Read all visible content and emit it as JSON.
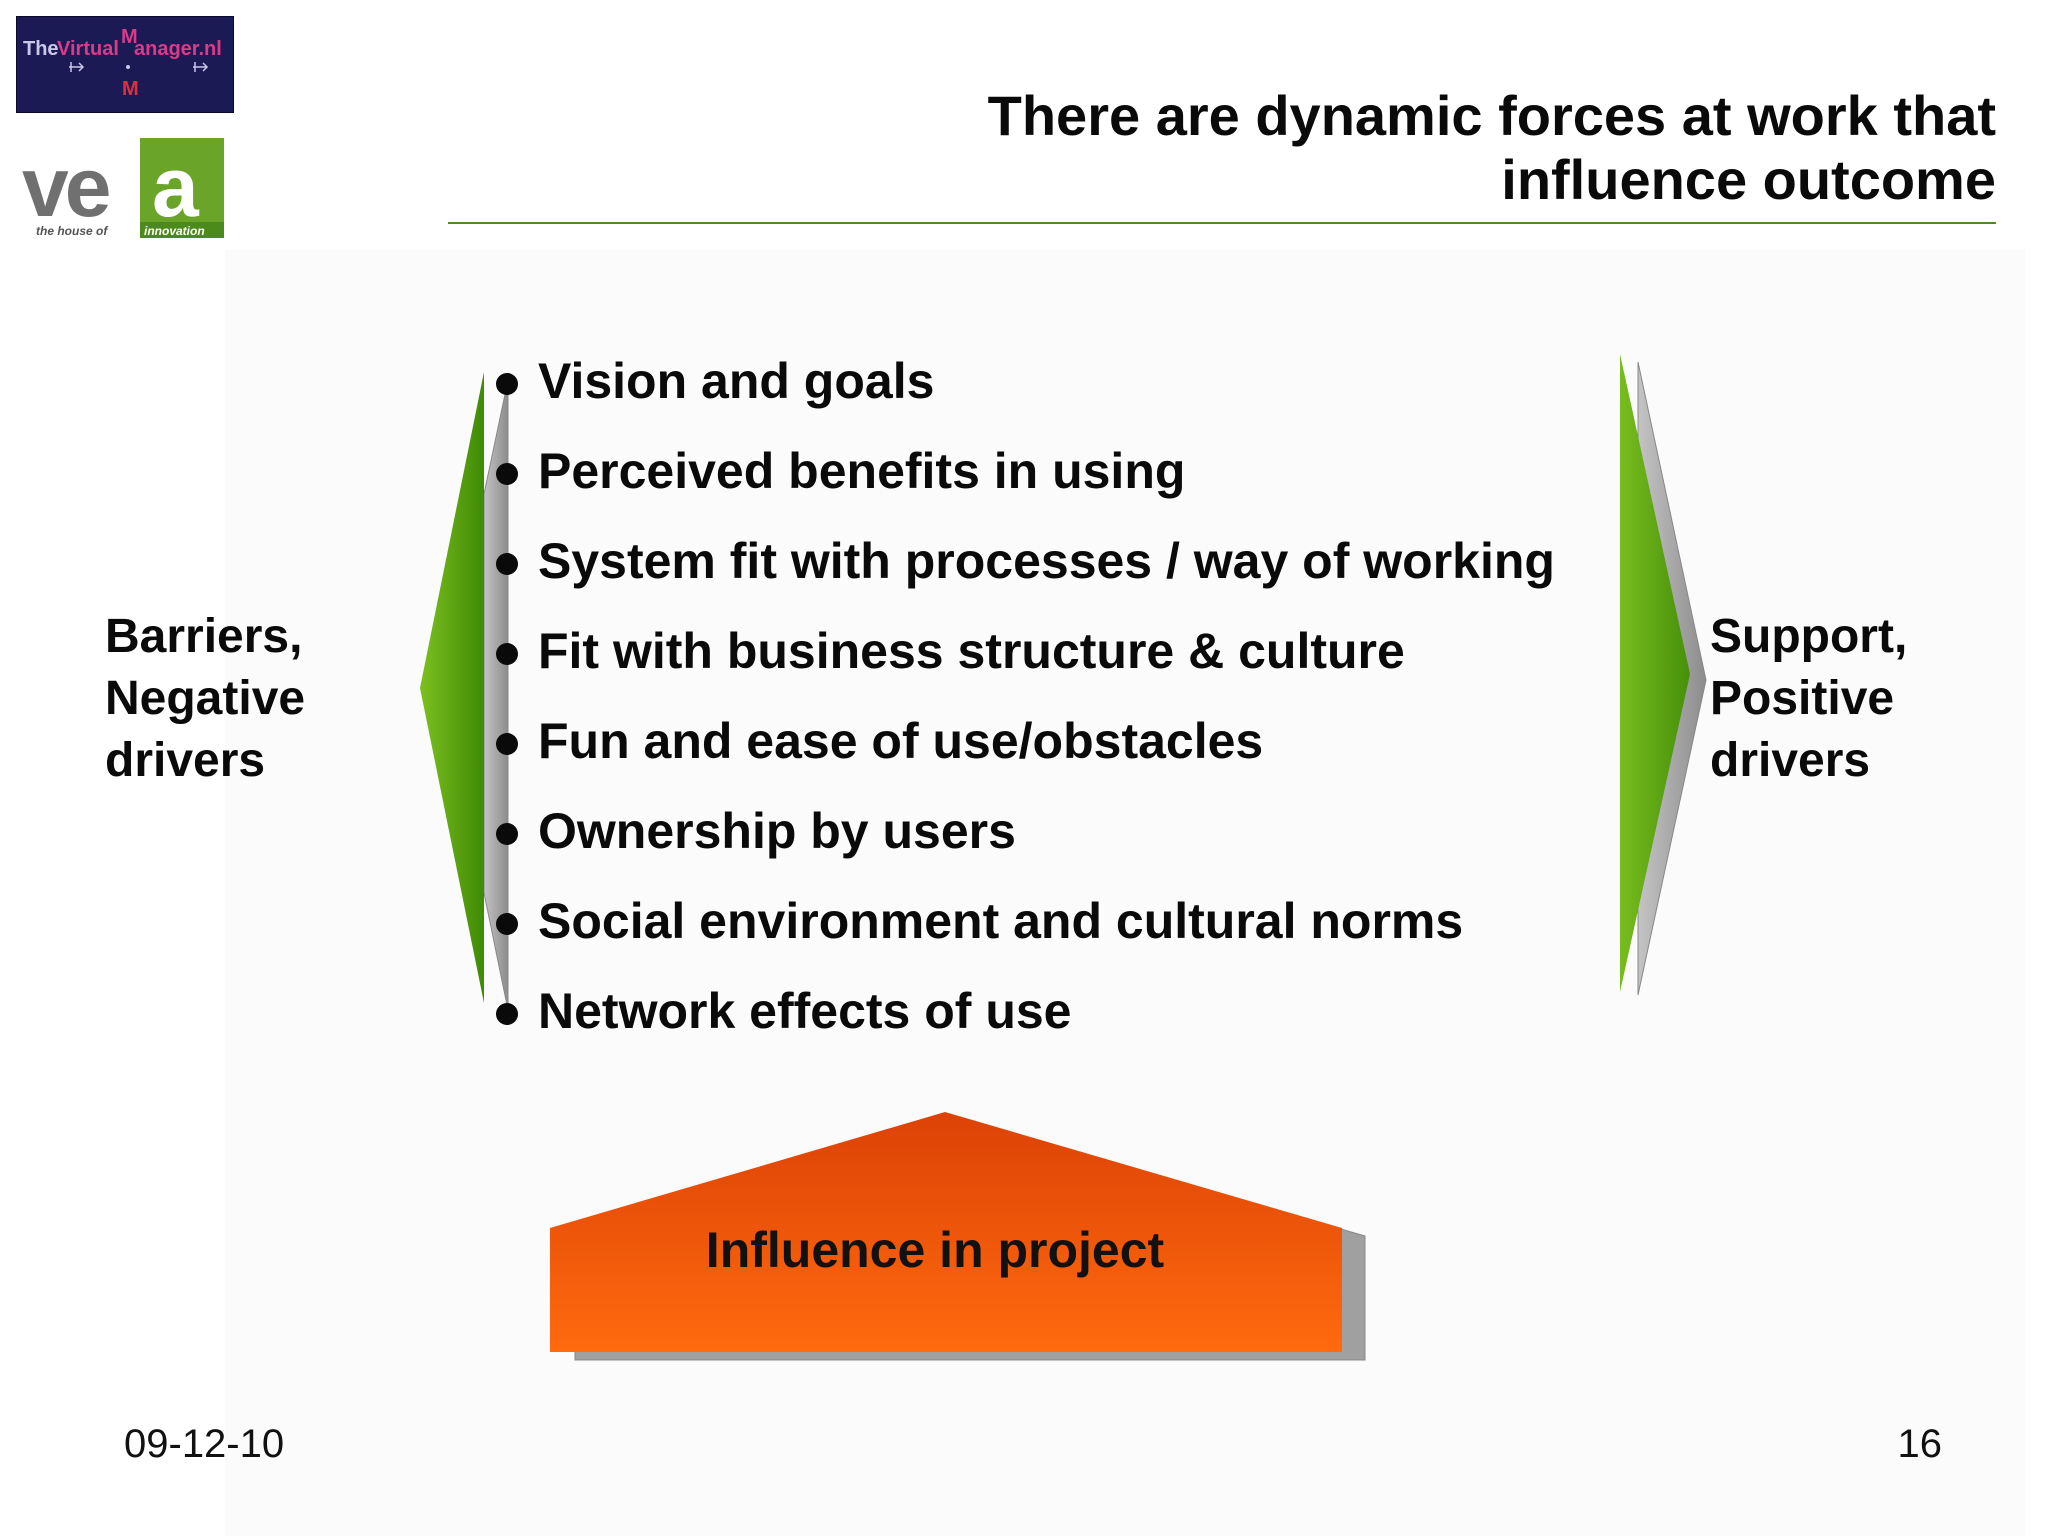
{
  "logos": {
    "tvm": {
      "the": "The",
      "virtual": "Virtual",
      "m_top": "M",
      "anager": "anager.nl",
      "m_bottom": "M"
    },
    "vea": {
      "letters": "ve",
      "a": "a",
      "tagline_left": "the house of",
      "tagline_right": "innovation"
    }
  },
  "title": "There are dynamic forces at work that influence outcome",
  "left_label": [
    "Barriers,",
    "Negative",
    "drivers"
  ],
  "right_label": [
    "Support,",
    "Positive",
    "drivers"
  ],
  "factors": [
    "Vision and goals",
    "Perceived benefits in using",
    "System fit with processes / way of working",
    "Fit with business structure & culture",
    "Fun and ease of use/obstacles",
    "Ownership by users",
    "Social environment and cultural norms",
    "Network effects of use"
  ],
  "house_label": "Influence in project",
  "footer": {
    "date": "09-12-10",
    "page": "16"
  },
  "colors": {
    "arrow_green": "#5fa10a",
    "arrow_shadow": "#a8a8a8",
    "house_orange": "#f05a0a",
    "rule_green": "#4a8a2a",
    "tvm_navy": "#1c1a55"
  }
}
